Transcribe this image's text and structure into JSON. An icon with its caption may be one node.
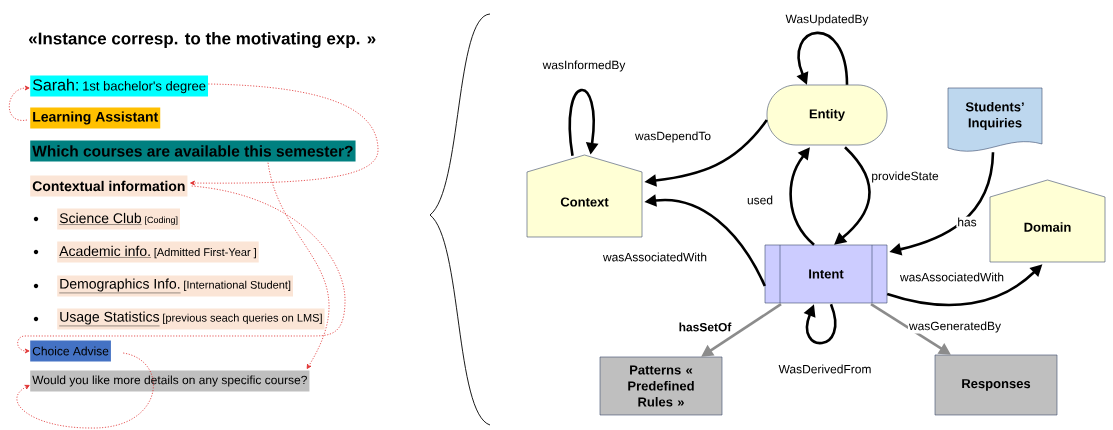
{
  "diagram": {
    "title": "«Instance corresp. to the motivating exp. »",
    "nodes": [
      {
        "text": [
          "Sarah:",
          "1st bachelor's degree"
        ]
      },
      {
        "text": [
          "Learning Assistant"
        ]
      },
      {
        "text": [
          "Which courses are available this semester?"
        ]
      },
      {
        "text": [
          "Contextual information"
        ]
      },
      {
        "text": [
          "Science Club",
          "[Coding]"
        ]
      },
      {
        "text": [
          "Academic info.",
          "[Admitted First-Year ]"
        ]
      },
      {
        "text": [
          "Demographics Info.",
          "[International Student]"
        ]
      },
      {
        "text": [
          "Usage Statistics",
          "[previous seach queries on LMS]"
        ]
      },
      {
        "text": [
          "Choice Advise"
        ]
      },
      {
        "text": [
          "Would you like more details on any specific course?"
        ]
      },
      {
        "text": [
          "Context"
        ]
      },
      {
        "text": [
          "Entity"
        ]
      },
      {
        "text": [
          "Students’ Inquiries"
        ]
      },
      {
        "text": [
          "Domain"
        ]
      },
      {
        "text": [
          "Intent"
        ]
      },
      {
        "text": [
          "Patterns « Predefined Rules »"
        ]
      },
      {
        "text": [
          "Responses"
        ]
      }
    ],
    "edges": [
      {
        "from": 10,
        "to": 10,
        "arrow": "to",
        "label": "wasInformedBy"
      },
      {
        "from": 11,
        "to": 11,
        "arrow": "to",
        "label": "WasUpdatedBy"
      },
      {
        "from": 11,
        "to": 10,
        "arrow": "to",
        "label": "wasDependTo"
      },
      {
        "from": 11,
        "to": 14,
        "arrow": "to",
        "label": "provideState"
      },
      {
        "from": 14,
        "to": 11,
        "arrow": "to",
        "label": "used"
      },
      {
        "from": 14,
        "to": 10,
        "arrow": "to",
        "label": "wasAssociatedWith"
      },
      {
        "from": 12,
        "to": 14,
        "arrow": "to",
        "label": "has"
      },
      {
        "from": 14,
        "to": 13,
        "arrow": "to",
        "label": "wasAssociatedWith"
      },
      {
        "from": 14,
        "to": 14,
        "arrow": "to",
        "label": "WasDerivedFrom"
      },
      {
        "from": 14,
        "to": 15,
        "arrow": "to",
        "label": "hasSetOf",
        "color": "#8c8c8c"
      },
      {
        "from": 14,
        "to": 16,
        "arrow": "to",
        "label": "wasGeneratedBy",
        "color": "#8c8c8c"
      },
      {
        "from": 1,
        "to": 0,
        "arrow": "to",
        "style": "dashed",
        "color": "#e03030"
      },
      {
        "from": 0,
        "to": 3,
        "arrow": "to",
        "style": "dashed",
        "color": "#e03030"
      },
      {
        "from": 3,
        "to": 8,
        "arrow": "to",
        "style": "dashed",
        "color": "#e03030"
      },
      {
        "from": 2,
        "to": 9,
        "arrow": "to",
        "style": "dashed",
        "color": "#e03030"
      },
      {
        "from": 8,
        "to": 9,
        "arrow": "to",
        "style": "dashed",
        "color": "#e03030"
      }
    ]
  }
}
